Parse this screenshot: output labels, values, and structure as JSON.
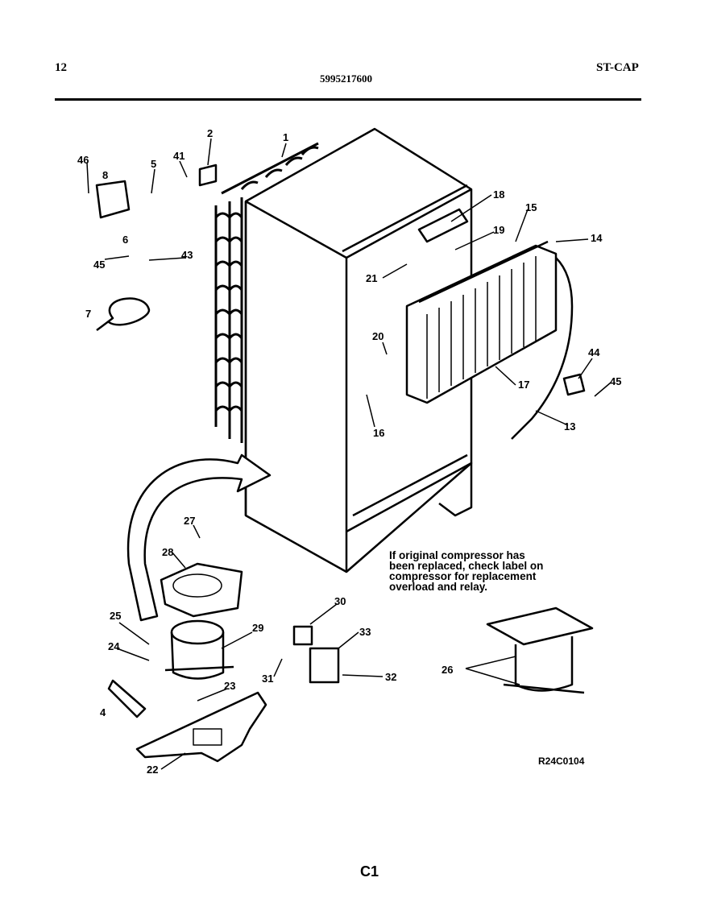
{
  "header": {
    "page_number": "12",
    "part_number": "5995217600",
    "section_code": "ST-CAP"
  },
  "note": "If original compressor has\nbeen replaced, check label on\ncompressor for replacement\noverload and relay.",
  "figure_ref": "R24C0104",
  "page_footer": "C1",
  "callouts": [
    "1",
    "2",
    "5",
    "6",
    "7",
    "8",
    "41",
    "43",
    "45",
    "46",
    "18",
    "19",
    "15",
    "14",
    "21",
    "20",
    "16",
    "17",
    "13",
    "44",
    "45",
    "27",
    "28",
    "25",
    "24",
    "29",
    "4",
    "23",
    "22",
    "30",
    "33",
    "31",
    "32",
    "26"
  ]
}
